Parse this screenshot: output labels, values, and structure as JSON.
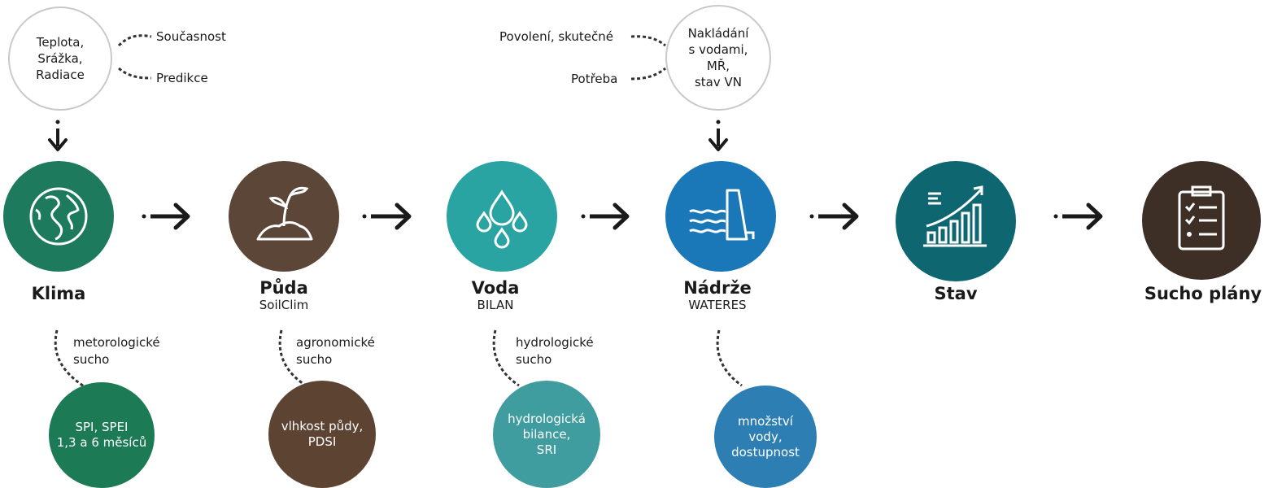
{
  "inputs": {
    "climate_circle": "Teplota,\nSrážka,\nRadiace",
    "climate_current": "Současnost",
    "climate_prediction": "Predikce",
    "reservoir_circle": "Nakládání\ns vodami,\nMŘ,\nstav VN",
    "reservoir_permits": "Povolení, skutečné",
    "reservoir_need": "Potřeba"
  },
  "steps": {
    "klima": {
      "title": "Klima",
      "subtitle": "",
      "color": "#1e7a5c",
      "icon": "globe-icon"
    },
    "puda": {
      "title": "Půda",
      "subtitle": "SoilClim",
      "color": "#5b4638",
      "icon": "plant-sprout-icon"
    },
    "voda": {
      "title": "Voda",
      "subtitle": "BILAN",
      "color": "#2aa3a3",
      "icon": "water-drops-icon"
    },
    "nadrze": {
      "title": "Nádrže",
      "subtitle": "WATERES",
      "color": "#1a78b8",
      "icon": "dam-reservoir-icon"
    },
    "stav": {
      "title": "Stav",
      "subtitle": "",
      "color": "#0e6670",
      "icon": "growth-chart-icon"
    },
    "sucho": {
      "title": "Sucho plány",
      "subtitle": "",
      "color": "#3d2f26",
      "icon": "checklist-clipboard-icon"
    }
  },
  "drought_types": {
    "klima": "metorologické\nsucho",
    "puda": "agronomické\nsucho",
    "voda": "hydrologické\nsucho"
  },
  "indicators": {
    "klima": {
      "text": "SPI, SPEI\n1,3 a 6 měsíců",
      "color": "#1c7a55"
    },
    "puda": {
      "text": "vlhkost půdy,\nPDSI",
      "color": "#5c4332"
    },
    "voda": {
      "text": "hydrologická\nbilance,\nSRI",
      "color": "#3f9c9f"
    },
    "nadrze": {
      "text": "množství\nvody,\ndostupnost",
      "color": "#2d7fb3"
    }
  }
}
